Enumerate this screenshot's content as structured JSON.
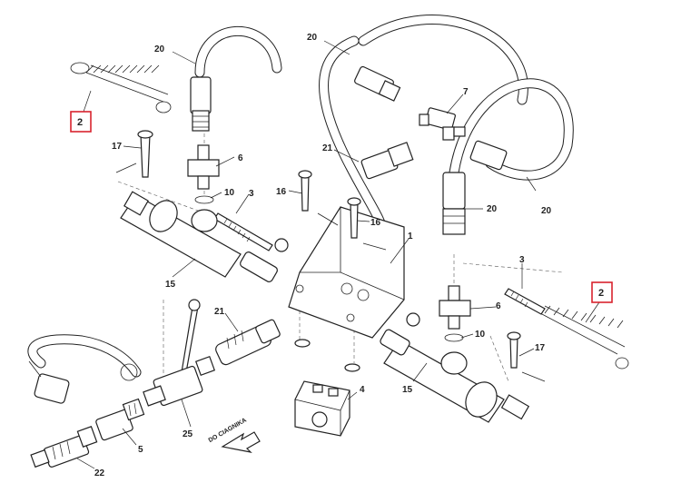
{
  "callouts": {
    "c20_left": "20",
    "c20_top": "20",
    "c7": "7",
    "c21_mid": "21",
    "c6_top": "6",
    "c10_top": "10",
    "c3_left": "3",
    "c17_left": "17",
    "c16_a": "16",
    "c16_b": "16",
    "c1": "1",
    "c20_mid": "20",
    "c20_right": "20",
    "c15_left": "15",
    "c21_low": "21",
    "c3_right": "3",
    "c6_right": "6",
    "c10_right": "10",
    "c17_right": "17",
    "c15_right": "15",
    "c4": "4",
    "c25": "25",
    "c5": "5",
    "c22": "22"
  },
  "boxed_callouts": {
    "left": "2",
    "right": "2"
  },
  "direction_note": "DO CIAGNIKA",
  "colors": {
    "line": "#222222",
    "highlight_box": "#d9232e",
    "background": "#ffffff"
  },
  "icons": [
    "direction-arrow-icon"
  ]
}
